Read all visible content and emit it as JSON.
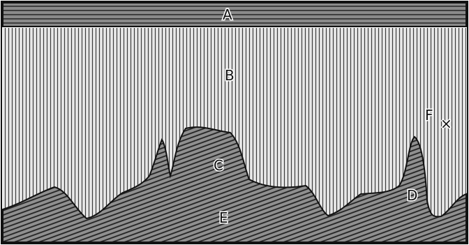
{
  "labels": {
    "a": "A",
    "b": "B",
    "c": "C",
    "d": "D",
    "e": "E",
    "f": "F",
    "marker": "×"
  },
  "colors": {
    "ink": "#111111",
    "paper": "#ffffff",
    "band_fill": "#7f7f7f",
    "upper_fill": "#dcdcdc",
    "lower_fill": "#8c8c8c"
  }
}
